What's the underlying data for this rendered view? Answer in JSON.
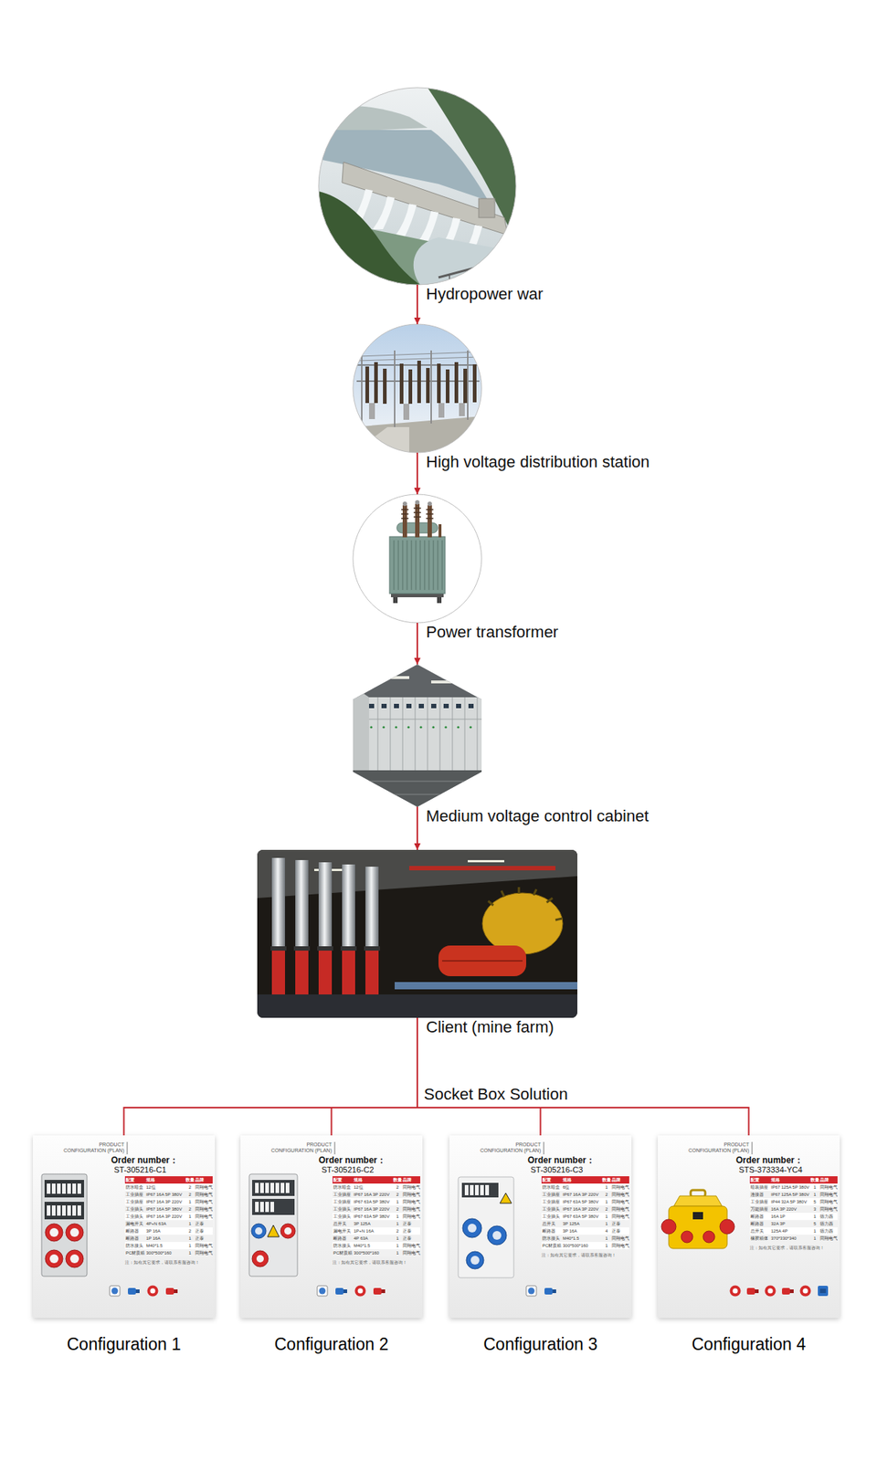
{
  "diagram": {
    "nodes": [
      {
        "text": [
          "Hydropower war"
        ]
      },
      {
        "text": [
          "High voltage distribution station"
        ]
      },
      {
        "text": [
          "Power transformer"
        ]
      },
      {
        "text": [
          "Medium voltage control cabinet"
        ]
      },
      {
        "text": [
          "Client (mine farm)"
        ]
      },
      {
        "text": [
          "PRODUCT CONFIGURATION (PLAN)",
          "Order number：",
          "ST-305216-C1",
          "配置",
          "规格",
          "数量",
          "品牌",
          "防水暗盒",
          "12位",
          "2",
          "同翔电气",
          "工业插座",
          "IP67 16A 5P 380V",
          "2",
          "同翔电气",
          "工业插座",
          "IP67 16A 3P 220V",
          "1",
          "同翔电气",
          "工业插头",
          "IP67 16A 5P 380V",
          "2",
          "同翔电气",
          "工业插头",
          "IP67 16A 3P 220V",
          "1",
          "同翔电气",
          "漏电开关",
          "4P+N 63A",
          "1",
          "正泰",
          "断路器",
          "3P 16A",
          "2",
          "正泰",
          "断路器",
          "1P 16A",
          "1",
          "正泰",
          "防水接头",
          "M40*1.5",
          "1",
          "同翔电气",
          "PC材质箱",
          "300*500*160",
          "1",
          "同翔电气",
          "注：如有其它要求，请联系客服咨询！",
          "Configuration 1"
        ]
      },
      {
        "text": [
          "PRODUCT CONFIGURATION (PLAN)",
          "Order number：",
          "ST-305216-C2",
          "配置",
          "规格",
          "数量",
          "品牌",
          "防水暗盒",
          "12位",
          "2",
          "同翔电气",
          "工业插座",
          "IP67 16A 3P 220V",
          "2",
          "同翔电气",
          "工业插座",
          "IP67 63A 5P 380V",
          "1",
          "同翔电气",
          "工业插头",
          "IP67 16A 3P 220V",
          "2",
          "同翔电气",
          "工业插头",
          "IP67 63A 5P 380V",
          "1",
          "同翔电气",
          "总开关",
          "3P 125A",
          "1",
          "正泰",
          "漏电开关",
          "1P+N 16A",
          "2",
          "正泰",
          "断路器",
          "4P 63A",
          "1",
          "正泰",
          "防水接头",
          "M40*1.5",
          "1",
          "同翔电气",
          "PC材质箱",
          "300*500*160",
          "1",
          "同翔电气",
          "注：如有其它要求，请联系客服咨询！",
          "Configuration 2"
        ]
      },
      {
        "text": [
          "PRODUCT CONFIGURATION (PLAN)",
          "Order number：",
          "ST-305216-C3",
          "配置",
          "规格",
          "数量",
          "品牌",
          "防水暗盒",
          "6位",
          "1",
          "同翔电气",
          "工业插座",
          "IP67 16A 3P 220V",
          "2",
          "同翔电气",
          "工业插座",
          "IP67 63A 5P 380V",
          "1",
          "同翔电气",
          "工业插头",
          "IP67 16A 3P 220V",
          "2",
          "同翔电气",
          "工业插头",
          "IP67 63A 5P 380V",
          "1",
          "同翔电气",
          "总开关",
          "3P 125A",
          "1",
          "正泰",
          "断路器",
          "3P 16A",
          "4",
          "正泰",
          "防水接头",
          "M40*1.5",
          "1",
          "同翔电气",
          "PC材质箱",
          "300*500*160",
          "1",
          "同翔电气",
          "注：如有其它要求，请联系客服咨询！",
          "Configuration 3"
        ]
      },
      {
        "text": [
          "PRODUCT CONFIGURATION (PLAN)",
          "Order number：",
          "STS-373334-YC4",
          "配置",
          "规格",
          "数量",
          "品牌",
          "暗装插座",
          "IP67 125A 5P 380V",
          "1",
          "同翔电气",
          "连接器",
          "IP67 125A 5P 380V",
          "1",
          "同翔电气",
          "工业插座",
          "IP44 32A 5P 380V",
          "5",
          "同翔电气",
          "万能插座",
          "16A 3P 220V",
          "3",
          "同翔电气",
          "断路器",
          "16A 1P",
          "1",
          "德力西",
          "断路器",
          "32A 3P",
          "5",
          "德力西",
          "总开关",
          "125A 4P",
          "1",
          "德力西",
          "橡胶箱体",
          "370*330*340",
          "1",
          "同翔电气",
          "注：如有其它要求，请联系客服咨询！",
          "Configuration 4"
        ]
      }
    ],
    "edges": [
      {
        "from": 0,
        "to": 1,
        "arrow": "to"
      },
      {
        "from": 1,
        "to": 2,
        "arrow": "to"
      },
      {
        "from": 2,
        "to": 3,
        "arrow": "to"
      },
      {
        "from": 3,
        "to": 4,
        "arrow": "to"
      },
      {
        "from": 4,
        "to": 5,
        "arrow": "none"
      },
      {
        "from": 4,
        "to": 6,
        "arrow": "none"
      },
      {
        "from": 4,
        "to": 7,
        "arrow": "none"
      },
      {
        "from": 4,
        "to": 8,
        "arrow": "none"
      }
    ],
    "labels": [
      "Socket Box Solution"
    ]
  }
}
